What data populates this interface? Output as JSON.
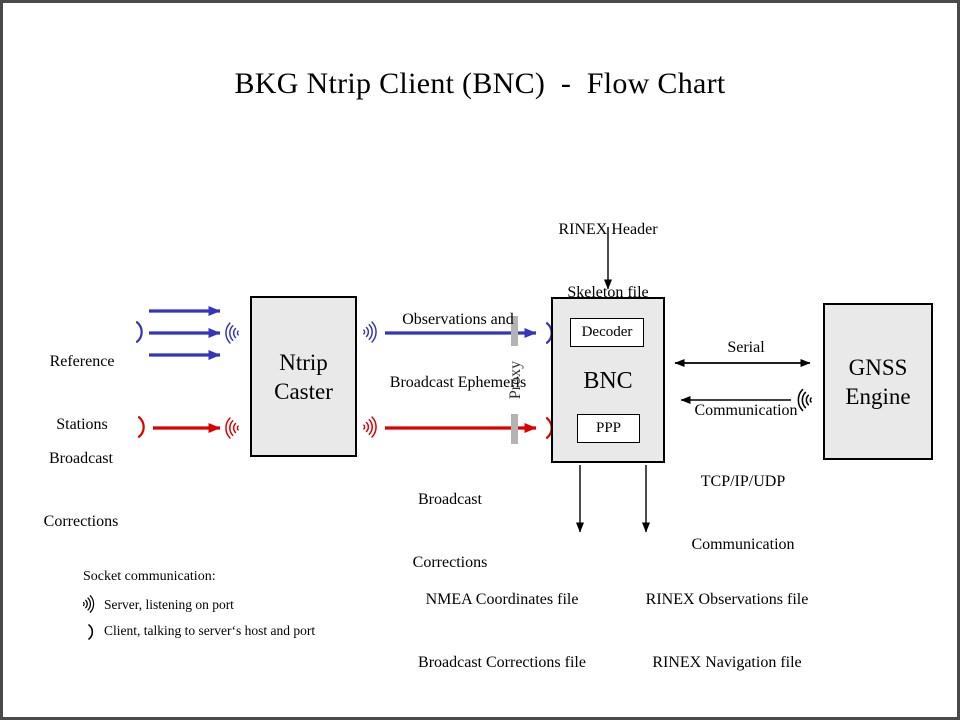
{
  "title": "BKG Ntrip Client (BNC)  -  Flow Chart",
  "nodes": {
    "ntrip_caster": [
      "Ntrip",
      "Caster"
    ],
    "bnc": {
      "label": "BNC",
      "decoder": "Decoder",
      "ppp": "PPP"
    },
    "gnss_engine": [
      "GNSS",
      "Engine"
    ]
  },
  "labels": {
    "reference_stations": [
      "Reference",
      "Stations"
    ],
    "broadcast_corrections_left": [
      "Broadcast",
      "Corrections"
    ],
    "observations_ephemeris": [
      "Observations and",
      "Broadcast Ephemeris"
    ],
    "broadcast_corrections_mid": [
      "Broadcast",
      "Corrections"
    ],
    "rinex_header": [
      "RINEX Header",
      "Skeleton file"
    ],
    "serial_comm": [
      "Serial",
      "Communication"
    ],
    "tcpip_comm": [
      "TCP/IP/UDP",
      "Communication"
    ],
    "nmea_files": [
      "NMEA Coordinates file",
      "Broadcast Corrections file"
    ],
    "rinex_files": [
      "RINEX Observations file",
      "RINEX Navigation file"
    ],
    "proxy": "Proxy"
  },
  "legend": {
    "heading": "Socket communication:",
    "server": "Server, listening  on port",
    "client": "Client, talking to server‘s host and port"
  },
  "icons": {
    "server_socket_icon": "dot with three concentric arcs (listening port)",
    "client_socket_icon": "single arc (client talking to host/port)"
  },
  "colors": {
    "data_stream_blue": "#3434bf",
    "corrections_red": "#dd0000",
    "node_fill": "#e9e9e9",
    "proxy_gray": "#b3b3b3",
    "frame_gray": "#4a4a4a"
  }
}
